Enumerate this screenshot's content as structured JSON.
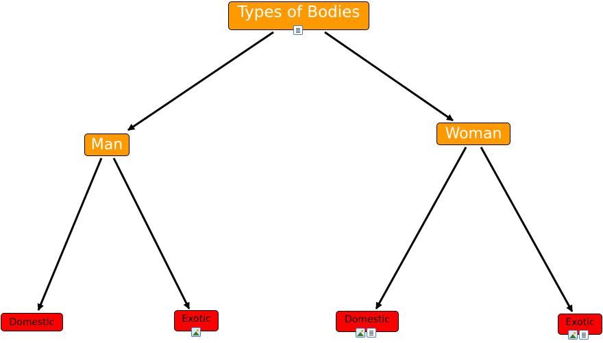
{
  "diagram": {
    "root": {
      "label": "Types of Bodies",
      "icons": [
        "document-icon"
      ]
    },
    "man": {
      "label": "Man",
      "icons": []
    },
    "woman": {
      "label": "Woman",
      "icons": []
    },
    "man_domestic": {
      "label": "Domestic",
      "icons": []
    },
    "man_exotic": {
      "label": "Exotic",
      "icons": [
        "image-icon"
      ]
    },
    "woman_domestic": {
      "label": "Domestic",
      "icons": [
        "image-icon",
        "document-icon"
      ]
    },
    "woman_exotic": {
      "label": "Exotic",
      "icons": [
        "image-icon",
        "document-icon"
      ]
    },
    "colors": {
      "concept": "#ff9900",
      "leaf": "#ff0000",
      "edge": "#000000"
    }
  }
}
